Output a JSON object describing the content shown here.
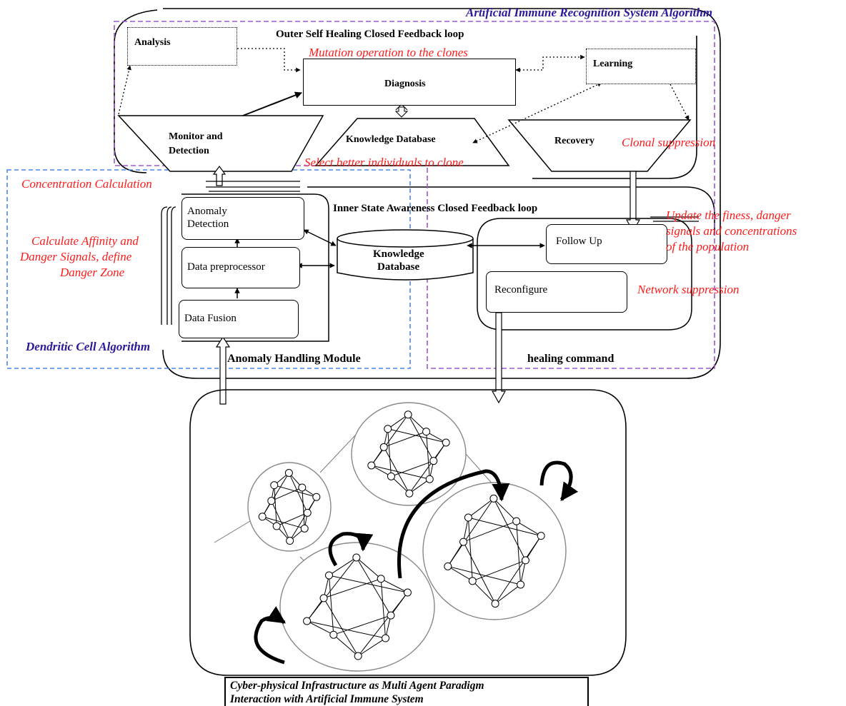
{
  "header_fragment": ".",
  "outer_loop": {
    "title": "Outer Self Healing Closed Feedback loop",
    "analysis": "Analysis",
    "diagnosis": "Diagnosis",
    "learning": "Learning",
    "monitor": [
      "Monitor and",
      "Detection"
    ],
    "knowledge": "Knowledge Database",
    "recovery": "Recovery"
  },
  "inner_loop": {
    "title": "Inner State Awareness Closed Feedback loop",
    "anomaly": [
      "Anomaly",
      "Detection"
    ],
    "preprocessor": "Data preprocessor",
    "fusion": "Data Fusion",
    "knowledge": [
      "Knowledge",
      "Database"
    ],
    "follow_up": "Follow Up",
    "reconfigure": "Reconfigure",
    "module": "Anomaly Handling Module",
    "healing": "healing command"
  },
  "annotations": {
    "airs": "Artificial Immune Recognition System Algorithm",
    "mutation": "Mutation operation to the clones",
    "select": "Select better individuals to clone",
    "clonal": "Clonal suppression",
    "concentration": "Concentration Calculation",
    "affinity": [
      "Calculate Affinity and",
      "Danger Signals, define",
      "Danger Zone"
    ],
    "update": [
      "Update the finess, danger",
      "signals and concentrations",
      "of the population"
    ],
    "network": "Network suppression",
    "dca": "Dendritic Cell Algorithm"
  },
  "caption": [
    "Cyber-physical Infrastructure as Multi Agent Paradigm",
    "Interaction with Artificial Immune System"
  ],
  "colors": {
    "annotation": "#ff1a1a",
    "algorithm": "#2a1a9a",
    "airs_border": "#9b59d0",
    "dca_border": "#4a86e8"
  }
}
